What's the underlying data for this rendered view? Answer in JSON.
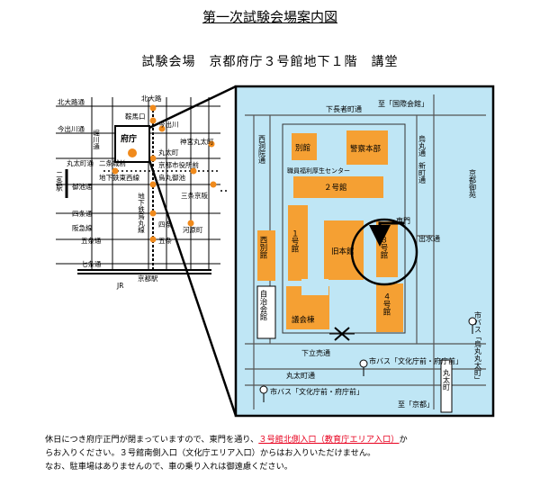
{
  "title": "第一次試験会場案内図",
  "subtitle": "試験会場　京都府庁３号館地下１階　講堂",
  "colors": {
    "map_bg": "#bfe6f5",
    "building": "#f5a033",
    "accent_red": "#e8001e"
  },
  "overview_map": {
    "labels": {
      "kitaoji_dori": "北大路通",
      "kitaoji_sta": "北大路",
      "kuramaguchi": "鞍馬口",
      "imadegawa_dori": "今出川通",
      "imadegawa_sta": "今出川",
      "horikawa_dori": "堀川通",
      "fucho": "府庁",
      "marutamachi_sta": "丸太町",
      "marutamachi_dori": "丸太町通",
      "jingu_marutamachi": "神宮丸太町",
      "nijojo_mae": "二条城前",
      "chikatetsu_tozai": "地下鉄東西線",
      "shiyakusho_mae": "京都市役所前",
      "oike_dori": "御池通",
      "karasuma_oike": "烏丸御池",
      "sanjo_keihan": "三条京阪",
      "nijo_eki": "二条駅",
      "shijo_dori": "四条通",
      "hankyu_sen": "阪急線",
      "shijo_sta": "四条",
      "kawaramachi": "河原町",
      "gojo_dori": "五条通",
      "gojo_sta": "五条",
      "shichijo_dori": "七条通",
      "chikatetsu_karasuma": "地下鉄烏丸線",
      "jr": "JR",
      "kyoto_eki": "京都駅"
    }
  },
  "detail_map": {
    "labels": {
      "shimochojamachi": "下長者町通",
      "to_kokusai": "至「国際会館」",
      "nishinotoin": "西洞院通",
      "karasuma": "烏丸通",
      "shinmachi": "新町通",
      "kyoto_gyoen": "京都御苑",
      "demizu": "出水通",
      "higashimon": "東門",
      "shimodachiuri": "下立売通",
      "marutamachi": "丸太町通",
      "bus_stop_1": "市バス「文化庁前・府庁前」",
      "bus_stop_2": "市バス「文化庁前・府庁前」",
      "bus_karasuma": "市バス「烏丸丸太町」",
      "marutamachi_sta": "丸太町",
      "to_kyoto": "至「京都」"
    },
    "buildings": {
      "bekkan": "別館",
      "shokuin": "職員福利厚生センター",
      "keisatsu": "警察本部",
      "nigokan": "２号館",
      "ichigokan": "１号館",
      "kyuhonkan": "旧本館",
      "sangokan": "３号館",
      "nishibekkan": "西別館",
      "jichikaikan": "自治会館",
      "gikaito": "議会棟",
      "yongokan": "４号館"
    }
  },
  "notice": {
    "line1_a": "休日につき府庁正門が閉まっていますので、東門を通り、",
    "line1_red": "３号館北側入口（教育庁エリア入口）",
    "line1_b": "か",
    "line2": "らお入りください。３号館南側入口（文化庁エリア入口）からはお入りいただけません。",
    "line3": "なお、駐車場はありませんので、車の乗り入れは御遠慮ください。"
  }
}
